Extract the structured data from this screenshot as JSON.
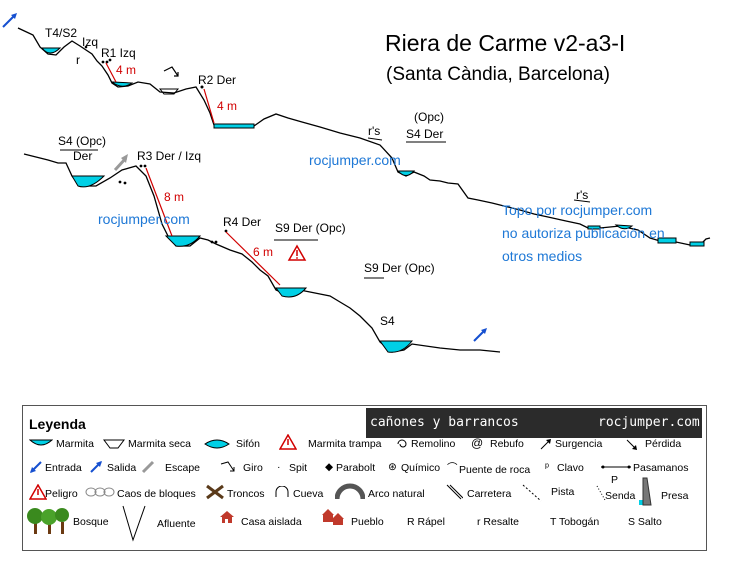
{
  "title": "Riera de Carme v2-a3-I",
  "subtitle": "(Santa Càndia, Barcelona)",
  "watermark": [
    "rocjumper.com",
    "rocjumper.com"
  ],
  "copyright": [
    "Topo por rocjumper.com",
    "no autoriza publicación en",
    "otros medios"
  ],
  "labels": {
    "t4s2": "T4/S2",
    "izq": "Izq",
    "r_small": "r",
    "r1": "R1 Izq",
    "r1_len": "4 m",
    "r2": "R2 Der",
    "r2_len": "4 m",
    "rs1": "r's",
    "opc1": "(Opc)",
    "s4der1": "S4  Der",
    "rs2": "r's",
    "s4opc": "S4 (Opc)",
    "der": "Der",
    "r3": "R3 Der / Izq",
    "r3_len": "8 m",
    "r4": "R4 Der",
    "r4_len": "6 m",
    "s9a": "S9 Der (Opc)",
    "s9b": "S9 Der (Opc)",
    "s4b": "S4"
  },
  "legend": {
    "title": "Leyenda",
    "banner_left": "cañones y barrancos",
    "banner_right": "rocjumper.com",
    "items": {
      "marmita": "Marmita",
      "marmita_seca": "Marmita seca",
      "sifon": "Sifón",
      "marmita_trampa": "Marmita trampa",
      "remolino": "Remolino",
      "rebufo": "Rebufo",
      "surgencia": "Surgencia",
      "perdida": "Pérdida",
      "entrada": "Entrada",
      "salida": "Salida",
      "escape": "Escape",
      "giro": "Giro",
      "spit": "Spit",
      "parabolt": "Parabolt",
      "quimico": "Químico",
      "puente_roca": "Puente de roca",
      "clavo": "Clavo",
      "pasamanos": "Pasamanos",
      "peligro": "Peligro",
      "caos": "Caos de bloques",
      "troncos": "Troncos",
      "cueva": "Cueva",
      "arco": "Arco natural",
      "carretera": "Carretera",
      "pista": "Pista",
      "p_letter": "P",
      "senda": "Senda",
      "presa": "Presa",
      "bosque": "Bosque",
      "afluente": "Afluente",
      "casa": "Casa aislada",
      "pueblo": "Pueblo",
      "rapel": "R Rápel",
      "resalte": "r Resalte",
      "tobogan": "T Tobogán",
      "salto": "S Salto"
    }
  },
  "colors": {
    "water": "#00d0e6",
    "rope": "#d10000",
    "accent": "#1e78d6",
    "entry": "#1650d0",
    "danger": "#d10000"
  }
}
